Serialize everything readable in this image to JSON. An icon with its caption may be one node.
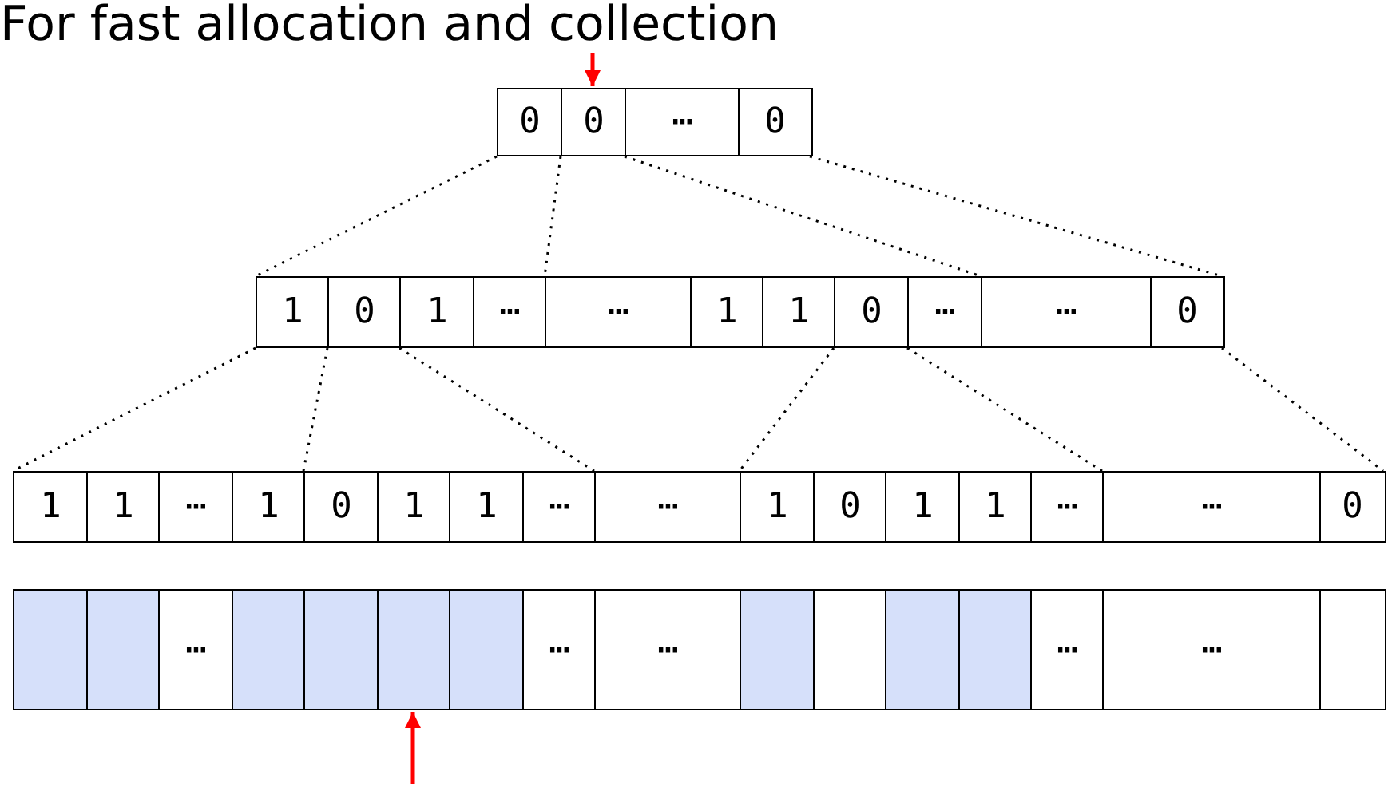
{
  "diagram": {
    "title": "For fast allocation and collection",
    "nodes": [
      {
        "text": [
          "0"
        ]
      },
      {
        "text": [
          "0"
        ]
      },
      {
        "text": [
          "⋯"
        ]
      },
      {
        "text": [
          "0"
        ]
      },
      {
        "text": [
          "1"
        ]
      },
      {
        "text": [
          "0"
        ]
      },
      {
        "text": [
          "1"
        ]
      },
      {
        "text": [
          "⋯"
        ]
      },
      {
        "text": [
          "⋯"
        ]
      },
      {
        "text": [
          "1"
        ]
      },
      {
        "text": [
          "1"
        ]
      },
      {
        "text": [
          "0"
        ]
      },
      {
        "text": [
          "⋯"
        ]
      },
      {
        "text": [
          "⋯"
        ]
      },
      {
        "text": [
          "0"
        ]
      },
      {
        "text": [
          "1"
        ]
      },
      {
        "text": [
          "1"
        ]
      },
      {
        "text": [
          "⋯"
        ]
      },
      {
        "text": [
          "1"
        ]
      },
      {
        "text": [
          "0"
        ]
      },
      {
        "text": [
          "1"
        ]
      },
      {
        "text": [
          "1"
        ]
      },
      {
        "text": [
          "⋯"
        ]
      },
      {
        "text": [
          "⋯"
        ]
      },
      {
        "text": [
          "1"
        ]
      },
      {
        "text": [
          "0"
        ]
      },
      {
        "text": [
          "1"
        ]
      },
      {
        "text": [
          "1"
        ]
      },
      {
        "text": [
          "⋯"
        ]
      },
      {
        "text": [
          "⋯"
        ]
      },
      {
        "text": [
          "0"
        ]
      },
      {
        "text": [],
        "shape": "box"
      },
      {
        "text": [],
        "shape": "box"
      },
      {
        "text": [
          "⋯"
        ]
      },
      {
        "text": [],
        "shape": "box"
      },
      {
        "text": [],
        "shape": "box"
      },
      {
        "text": [],
        "shape": "box"
      },
      {
        "text": [],
        "shape": "box"
      },
      {
        "text": [
          "⋯"
        ]
      },
      {
        "text": [
          "⋯"
        ]
      },
      {
        "text": [],
        "shape": "box"
      },
      {
        "text": [],
        "shape": "box"
      },
      {
        "text": [],
        "shape": "box"
      },
      {
        "text": [],
        "shape": "box"
      },
      {
        "text": [
          "⋯"
        ]
      },
      {
        "text": [
          "⋯"
        ]
      },
      {
        "text": [],
        "shape": "box"
      }
    ],
    "edges": [
      {
        "from": 0,
        "to": 4,
        "arrow": "none",
        "style": "dashed"
      },
      {
        "from": 1,
        "to": 8,
        "arrow": "none",
        "style": "dashed"
      },
      {
        "from": 2,
        "to": 13,
        "arrow": "none",
        "style": "dashed"
      },
      {
        "from": 3,
        "to": 14,
        "arrow": "none",
        "style": "dashed"
      },
      {
        "from": 4,
        "to": 15,
        "arrow": "none",
        "style": "dashed"
      },
      {
        "from": 5,
        "to": 19,
        "arrow": "none",
        "style": "dashed"
      },
      {
        "from": 6,
        "to": 23,
        "arrow": "none",
        "style": "dashed"
      },
      {
        "from": 11,
        "to": 24,
        "arrow": "none",
        "style": "dashed"
      },
      {
        "from": 12,
        "to": 29,
        "arrow": "none",
        "style": "dashed"
      },
      {
        "from": 14,
        "to": 30,
        "arrow": "none",
        "style": "dashed"
      },
      {
        "from": null,
        "to": 1,
        "arrow": "to",
        "color": "#ff0000"
      },
      {
        "from": null,
        "to": 36,
        "arrow": "to",
        "color": "#ff0000"
      }
    ]
  }
}
